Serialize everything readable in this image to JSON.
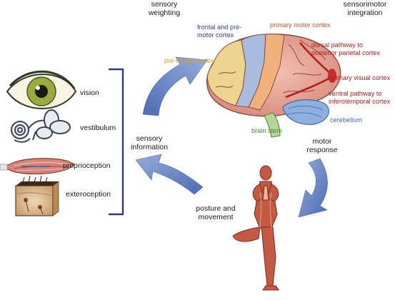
{
  "top_labels": {
    "sensory_weighting": "sensory\nweighting",
    "sensorimotor_integration": "sensorimotor\nintegration"
  },
  "cycle_labels": {
    "sensory_information": "sensory\ninformation",
    "motor_response": "motor\nresponse",
    "posture_and_movement": "posture and\nmovement"
  },
  "senses": [
    {
      "label": "vision",
      "icon": "eye-icon"
    },
    {
      "label": "vestibulum",
      "icon": "inner-ear-icon"
    },
    {
      "label": "proprioception",
      "icon": "muscle-icon"
    },
    {
      "label": "exteroception",
      "icon": "skin-icon"
    }
  ],
  "brain_labels": {
    "frontal_premotor": "frontal and pre-\nmotor cortex",
    "primary_motor": "primary motor cortex",
    "prefrontal": "pre-frontal cortex",
    "dorsal_pathway": "dorsal pathway to\nposterior parietal cortex",
    "primary_visual": "primary visual cortex",
    "ventral_pathway": "ventral pathway to\ninferotemporal cortex",
    "cerebellum": "cerebellum",
    "brain_stem": "brain stem"
  },
  "colors": {
    "frontal_premotor": "#2e3f8f",
    "primary_motor": "#c2562a",
    "prefrontal": "#d4a21a",
    "red_labels": "#b0201c",
    "cerebellum": "#3a67b0",
    "brain_stem": "#3f8a2a",
    "arrow": "#4f72b8",
    "bracket": "#2b3a8a"
  }
}
